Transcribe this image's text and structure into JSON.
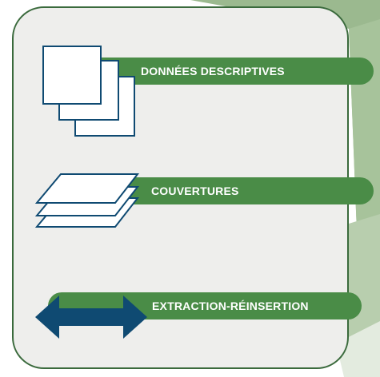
{
  "items": [
    {
      "label": "DONNÉES DESCRIPTIVES",
      "icon": "stacked-documents-icon"
    },
    {
      "label": "COUVERTURES",
      "icon": "stacked-layers-icon"
    },
    {
      "label": "EXTRACTION-RÉINSERTION",
      "icon": "double-arrow-icon"
    }
  ],
  "colors": {
    "banner_green": "#4a8c47",
    "background_green": "#9bb98f",
    "card_fill": "#eeeeec",
    "card_border": "#3a6a3c",
    "icon_navy": "#0f4a72"
  }
}
